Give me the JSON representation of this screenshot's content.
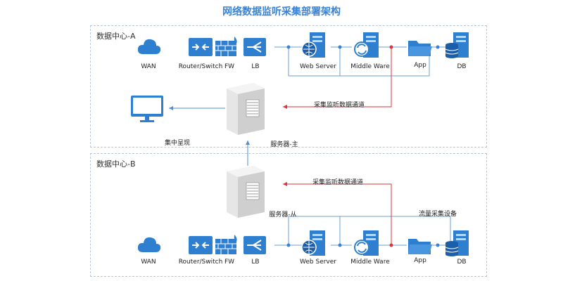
{
  "title": "网络数据监听采集部署架构",
  "zone_a": {
    "label": "数据中心-A"
  },
  "zone_b": {
    "label": "数据中心-B"
  },
  "devices": {
    "wan": "WAN",
    "router": "Router/Switch",
    "fw": "FW",
    "lb": "LB",
    "web": "Web Server",
    "middle": "Middle Ware",
    "app": "App",
    "db": "DB"
  },
  "monitor_label": "集中呈现",
  "server_main_label": "服务器-主",
  "server_backup_label": "服务器-从",
  "channel_a_label": "采集监听数据通道",
  "channel_b_label": "采集监听数据通道",
  "tap_label": "流量采集设备",
  "colors": {
    "accent": "#3a82d6",
    "channel": "#d9363e",
    "device": "#2f7fd1",
    "wire": "#6a9fd4"
  }
}
